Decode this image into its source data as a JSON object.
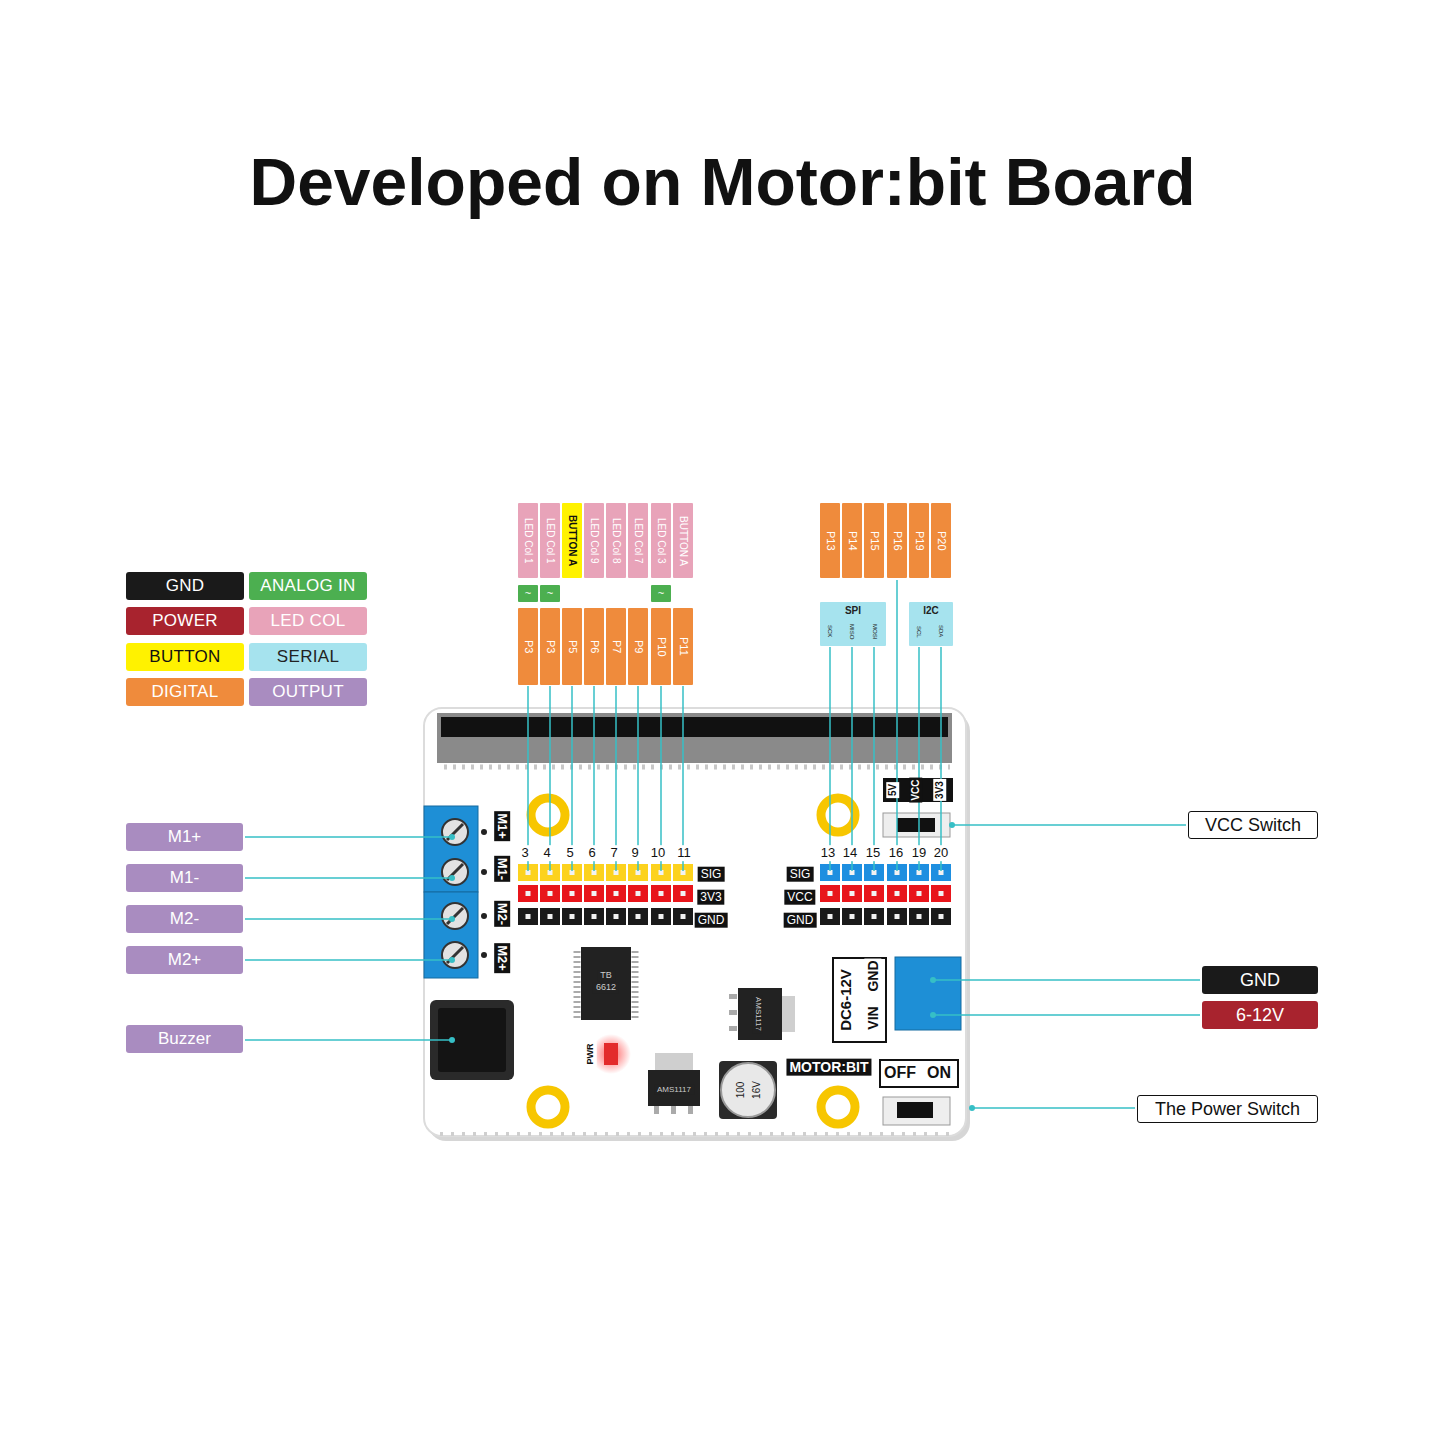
{
  "diagram": {
    "title": "Developed on Motor:bit Board",
    "nodes": [
      {
        "text": [
          "LED Col 1"
        ]
      },
      {
        "text": [
          "LED Col 1"
        ]
      },
      {
        "text": [
          "BUTTON A"
        ]
      },
      {
        "text": [
          "LED Col 9"
        ]
      },
      {
        "text": [
          "LED Col 8"
        ]
      },
      {
        "text": [
          "LED Col 7"
        ]
      },
      {
        "text": [
          "LED Col 3"
        ]
      },
      {
        "text": [
          "BUTTON A"
        ]
      },
      {
        "text": [
          "~"
        ]
      },
      {
        "text": [
          "~"
        ]
      },
      {
        "text": [
          "~"
        ]
      },
      {
        "text": [
          "P3"
        ]
      },
      {
        "text": [
          "P3"
        ]
      },
      {
        "text": [
          "P5"
        ]
      },
      {
        "text": [
          "P6"
        ]
      },
      {
        "text": [
          "P7"
        ]
      },
      {
        "text": [
          "P9"
        ]
      },
      {
        "text": [
          "P10"
        ]
      },
      {
        "text": [
          "P11"
        ]
      },
      {
        "text": [
          "P13"
        ]
      },
      {
        "text": [
          "P14"
        ]
      },
      {
        "text": [
          "P15"
        ]
      },
      {
        "text": [
          "P16"
        ]
      },
      {
        "text": [
          "P19"
        ]
      },
      {
        "text": [
          "P20"
        ]
      },
      {
        "text": [
          "SPI",
          "SCK",
          "MISO",
          "MOSI"
        ]
      },
      {
        "text": [
          "I2C",
          "SCL",
          "SDA"
        ]
      },
      {
        "text": [
          "M1+"
        ]
      },
      {
        "text": [
          "M1-"
        ]
      },
      {
        "text": [
          "M2-"
        ]
      },
      {
        "text": [
          "M2+"
        ]
      },
      {
        "text": [
          "Buzzer"
        ]
      },
      {
        "text": [
          "VCC Switch"
        ]
      },
      {
        "text": [
          "GND"
        ]
      },
      {
        "text": [
          "6-12V"
        ]
      },
      {
        "text": [
          "The Power Switch"
        ]
      }
    ],
    "labels": [
      "M1+",
      "M1-",
      "M2-",
      "M2+",
      "3",
      "4",
      "5",
      "6",
      "7",
      "9",
      "10",
      "11",
      "SIG",
      "3V3",
      "GND",
      "SIG",
      "VCC",
      "GND",
      "13",
      "14",
      "15",
      "16",
      "19",
      "20",
      "5V",
      "VCC",
      "3V3",
      "DC6-12V",
      "VIN",
      "GND",
      "TB",
      "6612",
      "AMS1117",
      "PWR",
      "AMS1117",
      "100",
      "16V",
      "MOTOR:BIT",
      "OFF",
      "ON"
    ],
    "legend": [
      {
        "text": "GND",
        "color": "#1a1a1a"
      },
      {
        "text": "ANALOG IN",
        "color": "#4caf50"
      },
      {
        "text": "POWER",
        "color": "#a8232e"
      },
      {
        "text": "LED COL",
        "color": "#e8a3b9"
      },
      {
        "text": "BUTTON",
        "color": "#fff200"
      },
      {
        "text": "SERIAL",
        "color": "#a6e3ee"
      },
      {
        "text": "DIGITAL",
        "color": "#ef8b3c"
      },
      {
        "text": "OUTPUT",
        "color": "#a98cc0"
      }
    ]
  }
}
